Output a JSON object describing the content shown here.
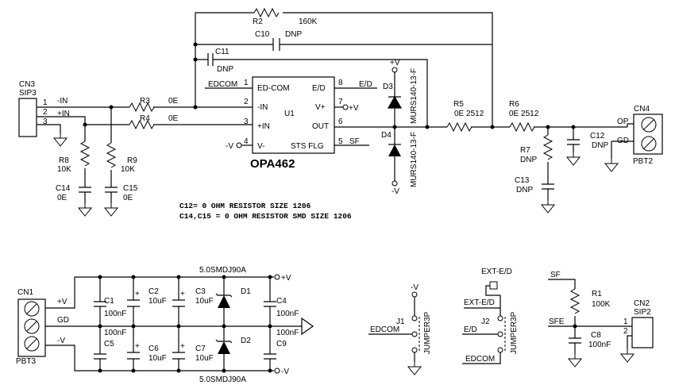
{
  "ic": {
    "ref": "U1",
    "part": "OPA462",
    "pins": {
      "p1": "ED-COM",
      "p8": "E/D",
      "p2": "-IN",
      "p7": "V+",
      "p3": "+IN",
      "p6": "OUT",
      "p4": "V-",
      "p5": "STS FLG"
    },
    "pin_numbers": [
      "1",
      "8",
      "2",
      "7",
      "3",
      "6",
      "4",
      "5"
    ]
  },
  "components": {
    "R2": {
      "ref": "R2",
      "value": "160K"
    },
    "C10": {
      "ref": "C10",
      "value": "DNP"
    },
    "C11": {
      "ref": "C11",
      "value": "DNP"
    },
    "R3": {
      "ref": "R3",
      "value": "0E"
    },
    "R4": {
      "ref": "R4",
      "value": "0E"
    },
    "R8": {
      "ref": "R8",
      "value": "10K"
    },
    "R9": {
      "ref": "R9",
      "value": "10K"
    },
    "C14": {
      "ref": "C14",
      "value": "0E"
    },
    "C15": {
      "ref": "C15",
      "value": "0E"
    },
    "D3": {
      "ref": "D3",
      "value": "MURS140-13-F"
    },
    "D4": {
      "ref": "D4",
      "value": "MURS140-13-F"
    },
    "R5": {
      "ref": "R5",
      "value": "0E 2512"
    },
    "R6": {
      "ref": "R6",
      "value": "0E 2512"
    },
    "R7": {
      "ref": "R7",
      "value": "DNP"
    },
    "C12": {
      "ref": "C12",
      "value": "DNP"
    },
    "C13": {
      "ref": "C13",
      "value": "DNP"
    },
    "C1": {
      "ref": "C1",
      "value": "100nF"
    },
    "C2": {
      "ref": "C2",
      "value": "10uF"
    },
    "C3": {
      "ref": "C3",
      "value": "10uF"
    },
    "C4": {
      "ref": "C4",
      "value": "100nF"
    },
    "C5": {
      "ref": "C5",
      "value": "100nF"
    },
    "C6": {
      "ref": "C6",
      "value": "10uF"
    },
    "C7": {
      "ref": "C7",
      "value": "10uF"
    },
    "C9": {
      "ref": "C9",
      "value": "100nF"
    },
    "D1": {
      "ref": "D1",
      "value": "5.0SMDJ90A"
    },
    "D2": {
      "ref": "D2",
      "value": "5.0SMDJ90A"
    },
    "R1": {
      "ref": "R1",
      "value": "100K"
    },
    "C8": {
      "ref": "C8",
      "value": "100nF"
    },
    "J1": {
      "ref": "J1",
      "value": "JUMPER3P"
    },
    "J2": {
      "ref": "J2",
      "value": "JUMPER3P"
    }
  },
  "connectors": {
    "CN3": {
      "ref": "CN3",
      "type": "SIP3",
      "pins": [
        "1",
        "2",
        "3"
      ],
      "nets": [
        "-IN",
        "+IN"
      ]
    },
    "CN4": {
      "ref": "CN4",
      "type": "PBT2",
      "labels": [
        "OP",
        "GD"
      ]
    },
    "CN1": {
      "ref": "CN1",
      "type": "PBT3",
      "nets": [
        "+V",
        "GD",
        "-V"
      ]
    },
    "CN2": {
      "ref": "CN2",
      "type": "SIP2",
      "pins": [
        "1",
        "2"
      ]
    }
  },
  "nets": {
    "edcom": "EDCOM",
    "ed": "E/D",
    "sf": "SF",
    "sfe": "SFE",
    "ext_ed": "EXT-E/D",
    "pos_v": "+V",
    "neg_v": "-V",
    "pos_v_label": "+V",
    "neg_v_label": "-V"
  },
  "notes": [
    "C12=  0 OHM RESISTOR SIZE 1206",
    "C14,C15 = 0 OHM RESISTOR SMD SIZE 1206"
  ]
}
